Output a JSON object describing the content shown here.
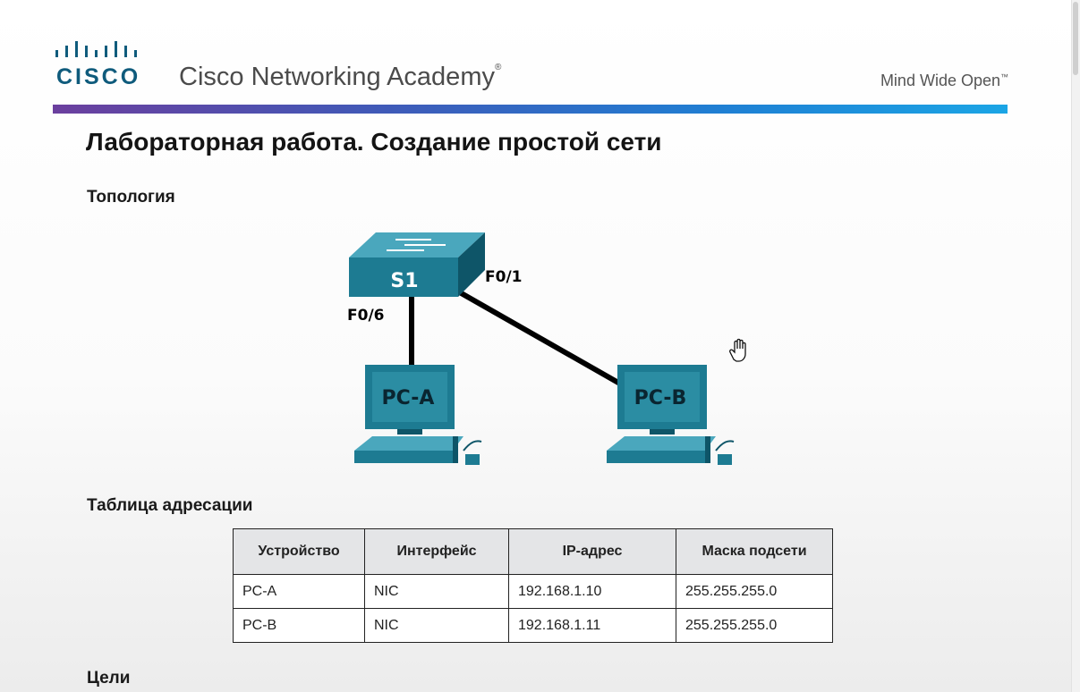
{
  "header": {
    "logo_text": "cisco",
    "academy_name": "Cisco Networking Academy",
    "academy_mark": "®",
    "tagline": "Mind Wide Open",
    "tagline_mark": "™"
  },
  "page": {
    "title": "Лабораторная работа. Создание простой сети"
  },
  "sections": {
    "topology": "Топология",
    "addressing": "Таблица адресации",
    "objectives": "Цели"
  },
  "topology": {
    "switch_label": "S1",
    "pc_a_label": "PC-A",
    "pc_b_label": "PC-B",
    "port_a": "F0/6",
    "port_b": "F0/1",
    "colors": {
      "device": "#1d7b92",
      "device_dark": "#0e5568",
      "link": "#000000"
    }
  },
  "address_table": {
    "headers": [
      "Устройство",
      "Интерфейс",
      "IP-адрес",
      "Маска подсети"
    ],
    "rows": [
      [
        "PC-A",
        "NIC",
        "192.168.1.10",
        "255.255.255.0"
      ],
      [
        "PC-B",
        "NIC",
        "192.168.1.11",
        "255.255.255.0"
      ]
    ]
  }
}
